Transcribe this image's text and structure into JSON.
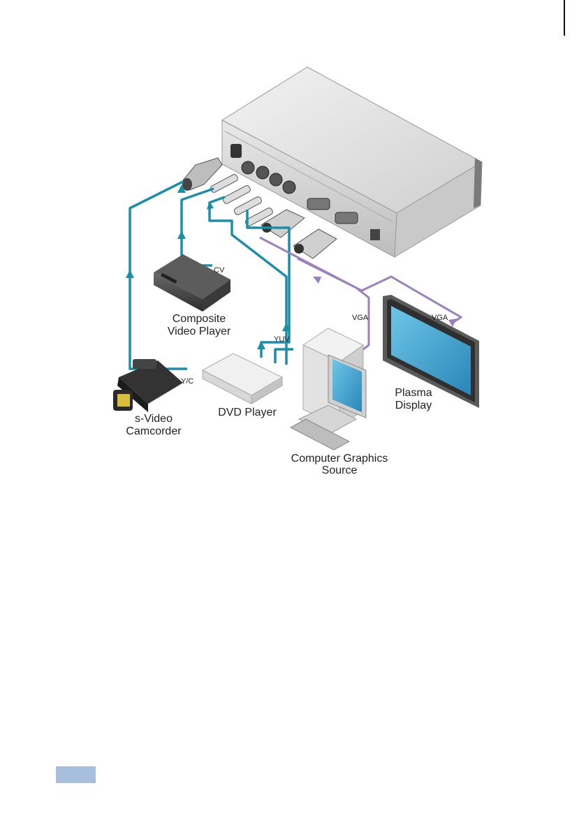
{
  "labels": {
    "cv": "CV",
    "composite_line1": "Composite",
    "composite_line2": "Video Player",
    "yuv": "YUV",
    "dvd": "DVD Player",
    "yc": "Y/C",
    "camcorder_line1": "s-Video",
    "camcorder_line2": "Camcorder",
    "vga_left": "VGA",
    "vga_right": "VGA",
    "computer_line1": "Computer Graphics",
    "computer_line2": "Source",
    "plasma_line1": "Plasma",
    "plasma_line2": "Display"
  },
  "colors": {
    "video_cable": "#1d8ea7",
    "vga_cable": "#9a80bf",
    "page_tab": "#a7bfdd"
  },
  "icons": [
    "scaler-device-icon",
    "composite-video-player-icon",
    "dvd-player-icon",
    "camcorder-icon",
    "computer-icon",
    "plasma-display-icon"
  ]
}
